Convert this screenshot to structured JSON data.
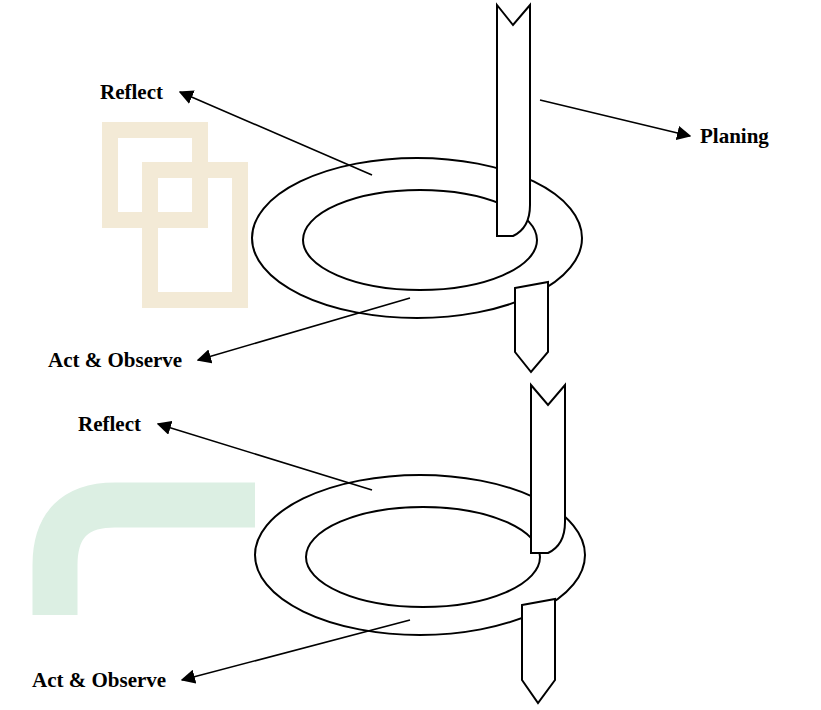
{
  "diagram": {
    "labels": [
      "Reflect",
      "Planing",
      "Act & Observe",
      "Reflect",
      "Act & Observe"
    ]
  }
}
